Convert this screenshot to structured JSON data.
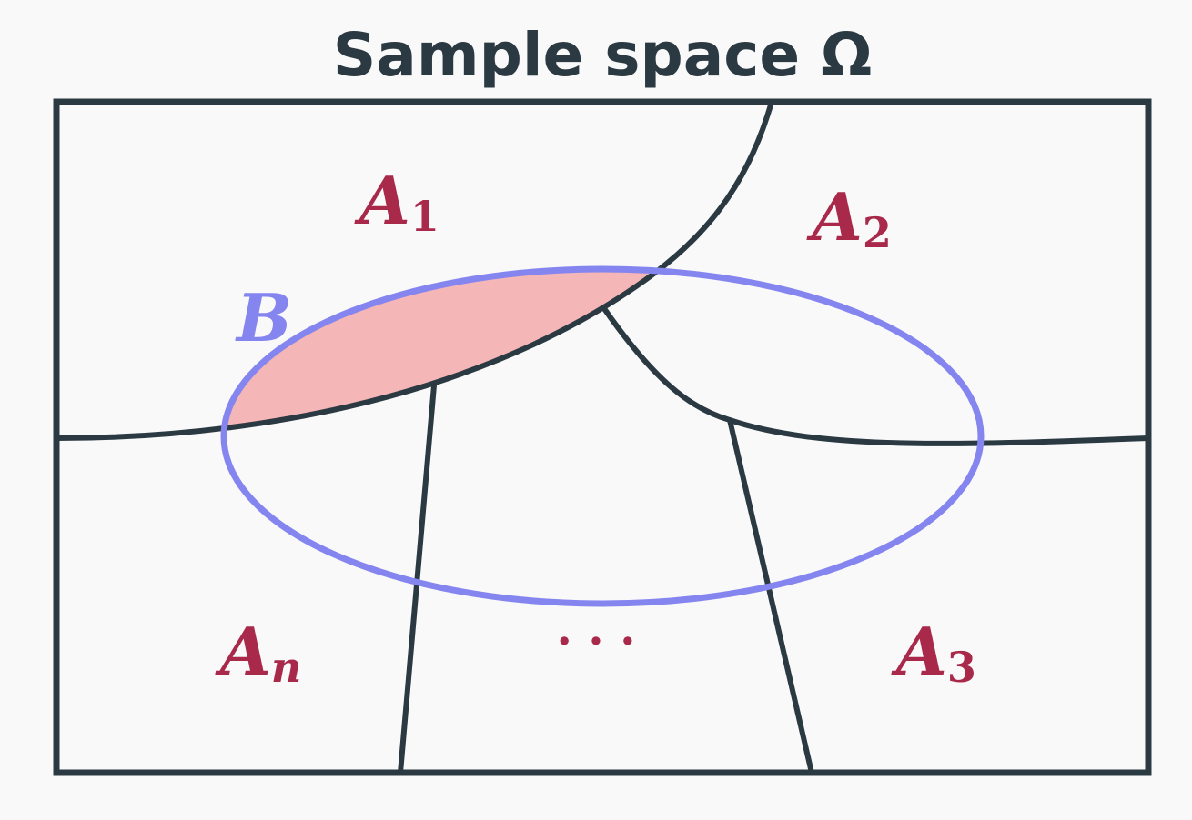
{
  "title": "Sample space Ω",
  "colors": {
    "background": "#f9f9f9",
    "boundary": "#2b3a42",
    "set_b": "#8585f0",
    "intersection_fill": "#f4b6b6",
    "partition_label": "#a8294a"
  },
  "set_b": {
    "label": "B"
  },
  "partitions": [
    {
      "id": "a1",
      "main": "A",
      "sub": "1"
    },
    {
      "id": "a2",
      "main": "A",
      "sub": "2"
    },
    {
      "id": "a3",
      "main": "A",
      "sub": "3"
    },
    {
      "id": "an",
      "main": "A",
      "sub": "n"
    }
  ],
  "ellipsis": "· · ·"
}
